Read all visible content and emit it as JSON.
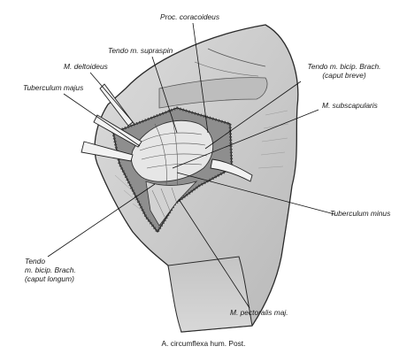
{
  "figure": {
    "caption": "A. circumflexa hum. Post."
  },
  "labels": {
    "proc_coracoideus": "Proc. coracoideus",
    "tendo_supraspin": "Tendo m. supraspin",
    "m_deltoideus": "M. deltoideus",
    "tuberculum_majus": "Tuberculum majus",
    "tendo_bicip_brach_caput_breve_line1": "Tendo m. bicip. Brach.",
    "tendo_bicip_brach_caput_breve_line2": "(caput breve)",
    "m_subscapularis": "M. subscapularis",
    "tuberculum_minus": "Tuberculum minus",
    "tendo_bicip_longum_line1": "Tendo",
    "tendo_bicip_longum_line2": "m. bicip. Brach.",
    "tendo_bicip_longum_line3": "(caput longum)",
    "m_pectoralis_maj": "M. pectoralis maj."
  },
  "colors": {
    "skin_fill": "#cfcfcf",
    "skin_shadow": "#b4b4b4",
    "outline": "#2a2a2a",
    "wound_fill": "#8e8e8e",
    "tissue_light": "#e6e6e6",
    "leader": "#111111"
  }
}
